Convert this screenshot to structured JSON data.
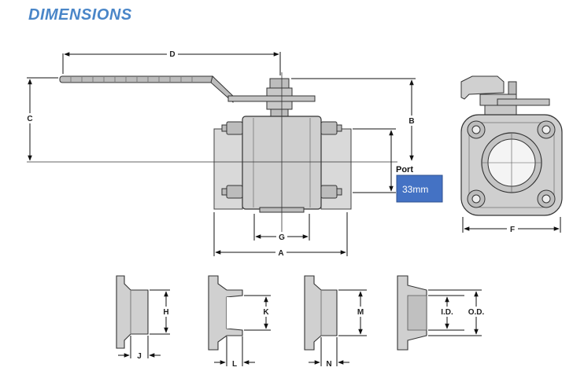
{
  "header": {
    "title": "DIMENSIONS"
  },
  "labels": {
    "d": "D",
    "c": "C",
    "b": "B",
    "g": "G",
    "a": "A",
    "f": "F",
    "h": "H",
    "j": "J",
    "k": "K",
    "l": "L",
    "m": "M",
    "n": "N",
    "id": "I.D.",
    "od": "O.D."
  },
  "port": {
    "label": "Port",
    "value": "33mm"
  },
  "colors": {
    "title": "#4a86c8",
    "port_box": "#4472c4",
    "body": "#d4d4d4"
  }
}
